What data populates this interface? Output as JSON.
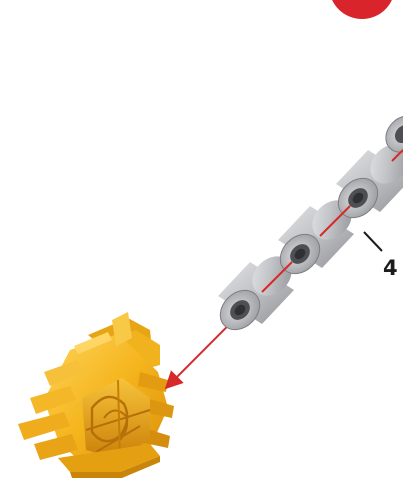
{
  "step_marker": {
    "color": "#d8242a"
  },
  "assembly_arrow": {
    "color": "#d62a2a"
  },
  "spacer_part": {
    "name": "grey-spacer",
    "color": "#b9babd",
    "quantity_label": "4",
    "count_visible": 4
  },
  "base_part": {
    "name": "yellow-connector-base",
    "color": "#f2b21a"
  }
}
